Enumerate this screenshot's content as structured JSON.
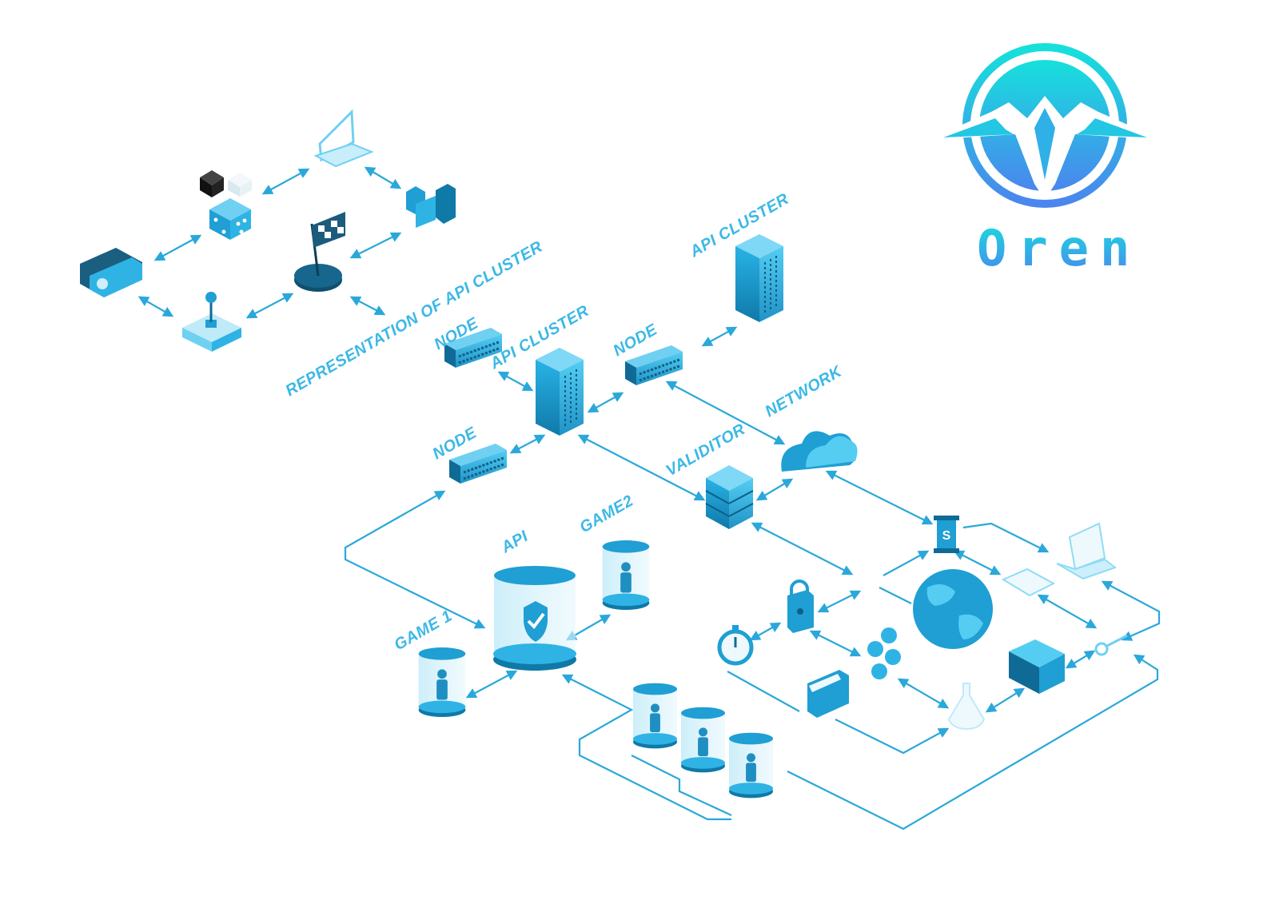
{
  "logo": {
    "text": "Oren"
  },
  "labels": {
    "representation": "REPRESENTATION OF API CLUSTER",
    "api_cluster_main": "API CLUSTER",
    "api_cluster_top": "API CLUSTER",
    "node_top_left": "NODE",
    "node_right": "NODE",
    "node_bottom": "NODE",
    "network": "NETWORK",
    "validator": "VALIDITOR",
    "api": "API",
    "game2": "GAME2",
    "game1": "GAME 1"
  },
  "colors": {
    "primary": "#1f9fd3",
    "dark": "#0f6b96",
    "light": "#6fd0f2",
    "accent": "#16d8e0",
    "line": "#2aa8da"
  }
}
